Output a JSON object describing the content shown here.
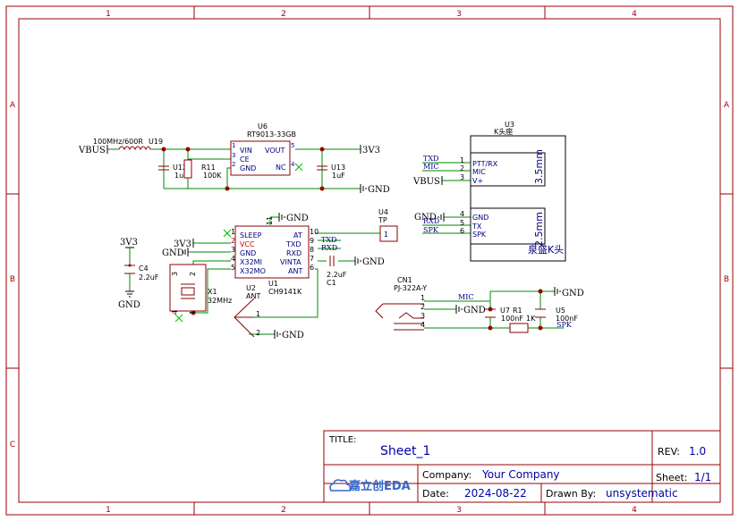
{
  "colors": {
    "frame": "#990000",
    "wire": "#008800",
    "part": "#880000",
    "pin": "#0000cc",
    "text": "#000000",
    "pinname": "#000080"
  },
  "border": {
    "columns": [
      "1",
      "2",
      "3",
      "4"
    ],
    "rows": [
      "A",
      "B",
      "C"
    ]
  },
  "title_block": {
    "title_label": "TITLE:",
    "title": "Sheet_1",
    "rev_label": "REV:",
    "rev": "1.0",
    "company_label": "Company:",
    "company": "Your Company",
    "sheet_label": "Sheet:",
    "sheet": "1/1",
    "date_label": "Date:",
    "date": "2024-08-22",
    "drawn_label": "Drawn By:",
    "drawn_by": "unsystematic",
    "logo_text": "嘉立创EDA"
  },
  "nets": {
    "vbus": "VBUS",
    "v3v3": "3V3",
    "gnd": "GND",
    "txd": "TXD",
    "rxd": "RXD",
    "mic": "MIC",
    "spk": "SPK"
  },
  "parts": {
    "u19": {
      "ref": "U19",
      "value": "100MHz/600R"
    },
    "u6": {
      "ref": "U6",
      "value": "RT9013-33GB",
      "pins": {
        "vin": "VIN",
        "ce": "CE",
        "gnd": "GND",
        "vout": "VOUT",
        "nc": "NC"
      },
      "pin_numbers": [
        "1",
        "3",
        "2",
        "5",
        "4"
      ]
    },
    "u12": {
      "ref": "U12",
      "value": "1uF"
    },
    "r11": {
      "ref": "R11",
      "value": "100K"
    },
    "u13": {
      "ref": "U13",
      "value": "1uF"
    },
    "u3": {
      "ref": "U3",
      "value": "K头座",
      "pins": [
        "PTT/RX",
        "MIC",
        "V+",
        "GND",
        "TX",
        "SPK"
      ],
      "pin_numbers": [
        "1",
        "2",
        "3",
        "4",
        "5",
        "6"
      ],
      "dim_top": "3.5mm",
      "dim_bottom": "2.5mm",
      "label": "泉盛K头"
    },
    "u4": {
      "ref": "U4",
      "value": "TP",
      "pin": "1"
    },
    "u1": {
      "ref": "U1",
      "value": "CH9141K",
      "left_pins": [
        "SLEEP",
        "VCC",
        "GND",
        "X32MI",
        "X32MO"
      ],
      "left_numbers": [
        "1",
        "2",
        "3",
        "4",
        "5"
      ],
      "right_pins": [
        "AT",
        "TXD",
        "RXD",
        "VINTA",
        "ANT"
      ],
      "right_numbers": [
        "10",
        "9",
        "8",
        "7",
        "6"
      ],
      "top_pin": "11"
    },
    "c4": {
      "ref": "C4",
      "value": "2.2uF"
    },
    "c1": {
      "ref": "C1",
      "value": "2.2uF"
    },
    "x1": {
      "ref": "X1",
      "value": "32MHz",
      "pins": [
        "3",
        "2",
        "4",
        "1"
      ]
    },
    "u2": {
      "ref": "U2",
      "value": "ANT",
      "pins": [
        "1",
        "2"
      ]
    },
    "cn1": {
      "ref": "CN1",
      "value": "PJ-322A-Y",
      "pins": [
        "1",
        "2",
        "3",
        "4"
      ]
    },
    "u7": {
      "ref": "U7",
      "value": "100nF"
    },
    "r1": {
      "ref": "R1",
      "value": "1K"
    },
    "u5": {
      "ref": "U5",
      "value": "100nF"
    }
  }
}
